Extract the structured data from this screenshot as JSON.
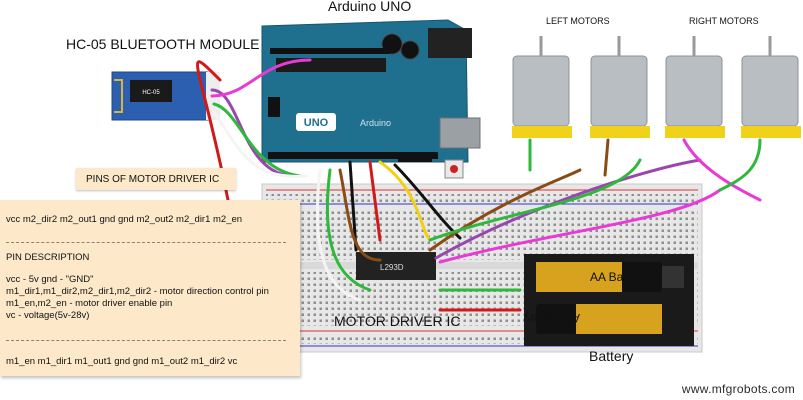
{
  "labels": {
    "arduino": "Arduino UNO",
    "bluetooth": "HC-05 BLUETOOTH MODULE",
    "left_motors": "LEFT MOTORS",
    "right_motors": "RIGHT MOTORS",
    "motor_driver": "MOTOR DRIVER IC",
    "battery": "Battery"
  },
  "pin_card": {
    "title": "PINS OF MOTOR DRIVER IC"
  },
  "description": {
    "top_pins": "vcc   m2_dir2  m2_out1  gnd  gnd  m2_out2  m2_dir1  m2_en",
    "heading": "PIN DESCRIPTION",
    "line1": "vcc - 5v  gnd - \"GND\"",
    "line2": "m1_dir1,m1_dir2,m2_dir1,m2_dir2 - motor direction control pin",
    "line3": "m1_en,m2_en  - motor driver enable pin",
    "line4": "vc - voltage(5v-28v)",
    "bottom_pins": "m1_en  m1_dir1  m1_out1  gnd  gnd  m1_out2  m1_dir2   vc"
  },
  "components": {
    "board_logo": "UNO",
    "board_label": "Arduino",
    "ic_label": "L293D",
    "battery_top": "AA Battery",
    "battery_bottom": "AA Battery",
    "bt_chip": "HC-05"
  },
  "watermark": "www.mfgrobots.com",
  "colors": {
    "arduino_blue": "#1f6f8f",
    "breadboard": "#e6e6e6",
    "motor_body": "#b9bec2",
    "motor_mount": "#f1d21a",
    "panel": "#fde9c9",
    "wire_red": "#d01a1a",
    "wire_magenta": "#e83ad6",
    "wire_purple": "#9a45b0",
    "wire_green": "#2fb83b",
    "wire_brown": "#8a4c17",
    "wire_yellow": "#f0d010",
    "wire_white": "#f4f4f4",
    "wire_black": "#111111"
  }
}
